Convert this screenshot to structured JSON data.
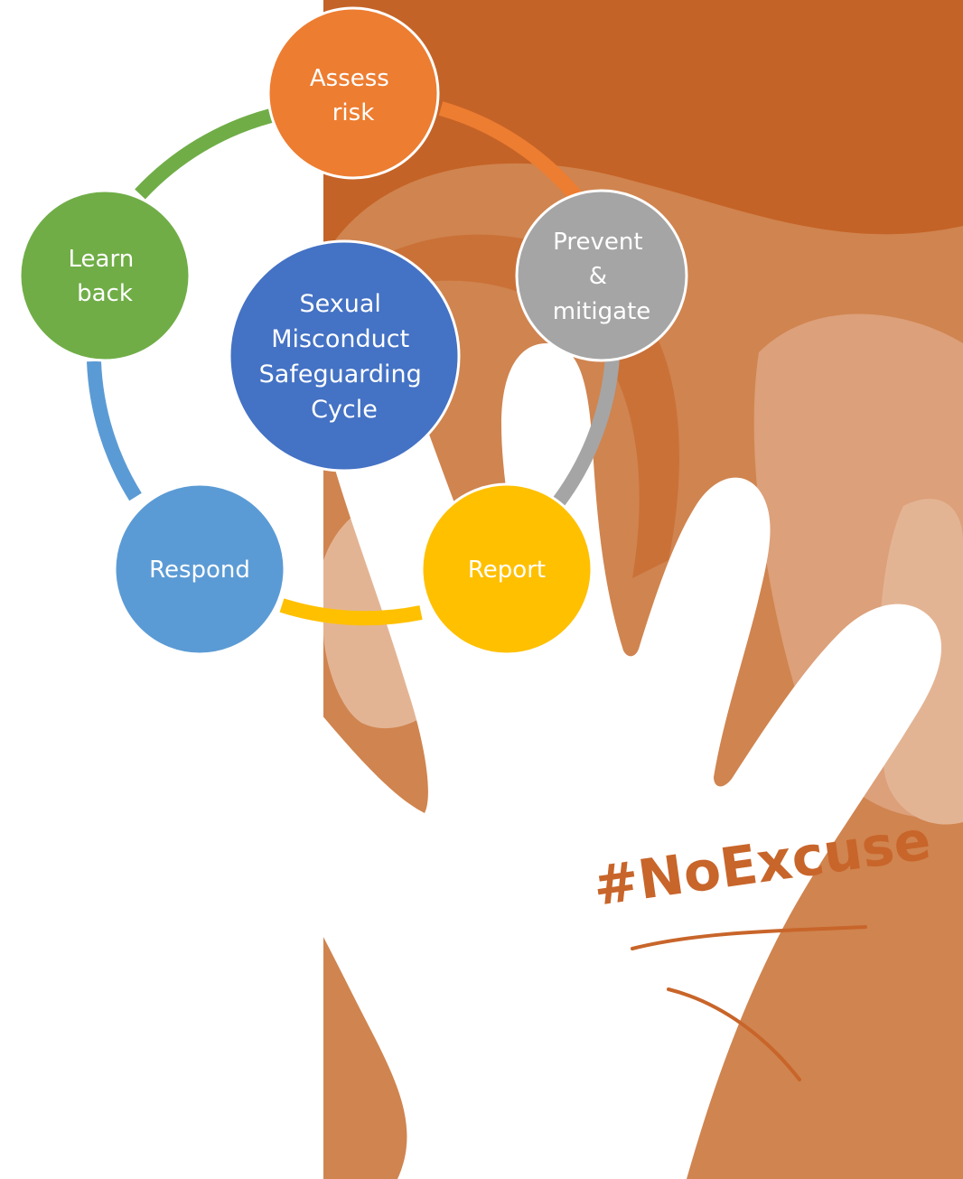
{
  "poster": {
    "hashtag": "#NoExcuse",
    "colors": {
      "background_dark": "#c46327",
      "background_mid": "#d0844f",
      "background_light": "#e3b494",
      "hand": "#ffffff",
      "hand_text": "#c8652a"
    }
  },
  "cycle": {
    "center": {
      "lines": [
        "Sexual",
        "Misconduct",
        "Safeguarding",
        "Cycle"
      ],
      "color": "#4472c4"
    },
    "nodes": [
      {
        "id": "assess",
        "lines": [
          "Assess",
          "risk"
        ],
        "color": "#ed7d31"
      },
      {
        "id": "prevent",
        "lines": [
          "Prevent",
          "&",
          "mitigate"
        ],
        "color": "#a5a5a5"
      },
      {
        "id": "report",
        "lines": [
          "Report"
        ],
        "color": "#ffc000"
      },
      {
        "id": "respond",
        "lines": [
          "Respond"
        ],
        "color": "#5b9bd5"
      },
      {
        "id": "learn",
        "lines": [
          "Learn",
          "back"
        ],
        "color": "#70ad47"
      }
    ]
  }
}
